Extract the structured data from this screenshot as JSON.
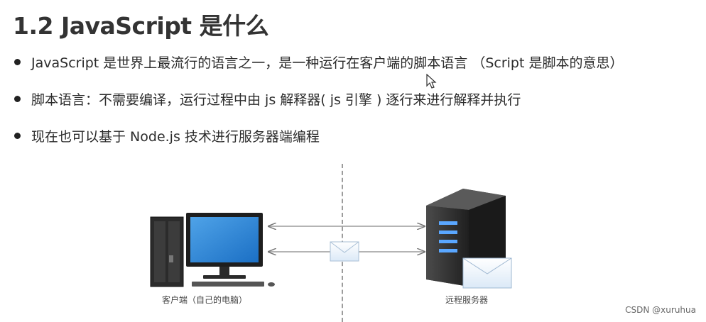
{
  "title": "1.2 JavaScript 是什么",
  "bullets": [
    "JavaScript 是世界上最流行的语言之一，是一种运行在客户端的脚本语言 （Script 是脚本的意思）",
    "脚本语言：不需要编译，运行过程中由 js 解释器( js 引擎 ) 逐行来进行解释并执行",
    "现在也可以基于 Node.js 技术进行服务器端编程"
  ],
  "diagram": {
    "client_label": "客户端（自己的电脑）",
    "server_label": "远程服务器",
    "icons": [
      "computer-icon",
      "server-icon",
      "envelope-icon",
      "mouse-cursor-icon"
    ]
  },
  "watermark": "CSDN @xuruhua"
}
